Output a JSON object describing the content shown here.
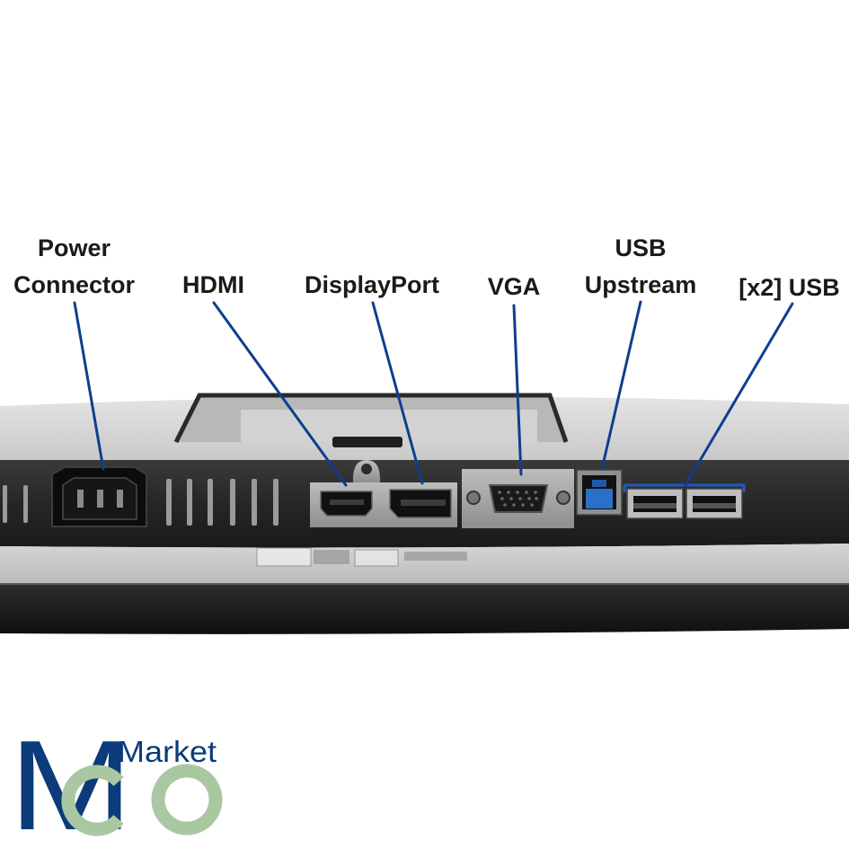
{
  "labels": {
    "power_line1": "Power",
    "power_line2": "Connector",
    "hdmi": "HDMI",
    "displayport": "DisplayPort",
    "vga": "VGA",
    "usb_up_line1": "USB",
    "usb_up_line2": "Upstream",
    "usb_x2": "[x2] USB"
  },
  "logo": {
    "big_letter": "M",
    "small_word": "Market",
    "co_letters": "CO"
  },
  "colors": {
    "callout_line": "#0d3f8f",
    "logo_blue": "#0c3b7c",
    "logo_green": "#a9c8a2",
    "label_text": "#1a1a1a"
  }
}
